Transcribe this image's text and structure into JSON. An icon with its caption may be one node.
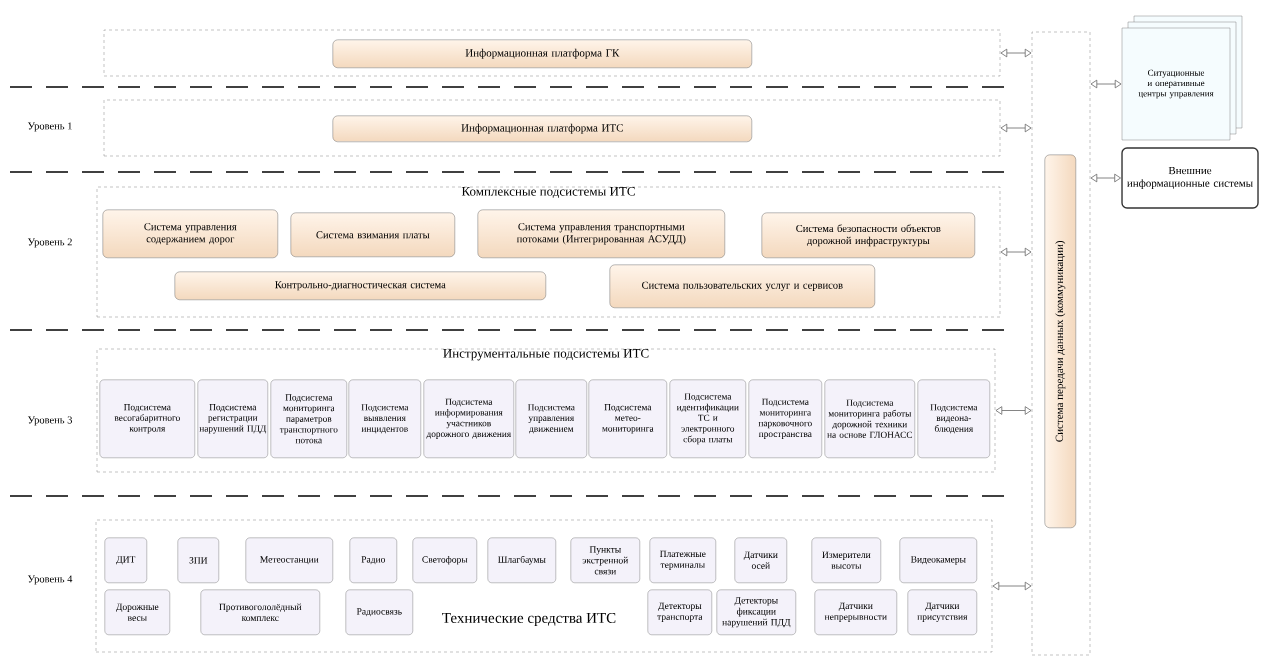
{
  "diagram": {
    "nodes": [
      {
        "text": [],
        "shape": "box"
      },
      {
        "text": [
          "Информационная платформа ГК"
        ],
        "in": 0
      },
      {
        "text": [],
        "shape": "box"
      },
      {
        "text": [
          "Информационная платформа ИТС"
        ],
        "in": 2
      },
      {
        "text": [
          "Комплексные подсистемы ИТС"
        ]
      },
      {
        "text": [
          "Система управления содержанием дорог"
        ],
        "in": 4
      },
      {
        "text": [
          "Система взимания платы"
        ],
        "in": 4
      },
      {
        "text": [
          "Система управления транспортными потоками (Интегрированная АСУДД)"
        ],
        "in": 4
      },
      {
        "text": [
          "Система безопасности объектов дорожной инфраструктуры"
        ],
        "in": 4
      },
      {
        "text": [
          "Контрольно-диагностическая система"
        ],
        "in": 4
      },
      {
        "text": [
          "Система пользовательских услуг и сервисов"
        ],
        "in": 4
      },
      {
        "text": [
          "Инструментальные подсистемы ИТС"
        ]
      },
      {
        "text": [
          "Подсистема весогабаритного контроля"
        ],
        "in": 11
      },
      {
        "text": [
          "Подсистема регистрации нарушений ПДД"
        ],
        "in": 11
      },
      {
        "text": [
          "Подсистема мониторинга параметров транспортного потока"
        ],
        "in": 11
      },
      {
        "text": [
          "Подсистема выявления инцидентов"
        ],
        "in": 11
      },
      {
        "text": [
          "Подсистема информирования участников дорожного движения"
        ],
        "in": 11
      },
      {
        "text": [
          "Подсистема управления движением"
        ],
        "in": 11
      },
      {
        "text": [
          "Подсистема метео-мониторинга"
        ],
        "in": 11
      },
      {
        "text": [
          "Подсистема идентификации ТС и электронного сбора платы"
        ],
        "in": 11
      },
      {
        "text": [
          "Подсистема мониторинга парковочного пространства"
        ],
        "in": 11
      },
      {
        "text": [
          "Подсистема мониторинга работы дорожной техники на основе ГЛОНАСС"
        ],
        "in": 11
      },
      {
        "text": [
          "Подсистема видеона-блюдения"
        ],
        "in": 11
      },
      {
        "text": [
          "Технические средства ИТС"
        ]
      },
      {
        "text": [
          "ДИТ"
        ],
        "in": 23
      },
      {
        "text": [
          "ЗПИ"
        ],
        "in": 23
      },
      {
        "text": [
          "Метеостанции"
        ],
        "in": 23
      },
      {
        "text": [
          "Радио"
        ],
        "in": 23
      },
      {
        "text": [
          "Светофоры"
        ],
        "in": 23
      },
      {
        "text": [
          "Шлагбаумы"
        ],
        "in": 23
      },
      {
        "text": [
          "Пункты экстренной связи"
        ],
        "in": 23
      },
      {
        "text": [
          "Платежные терминалы"
        ],
        "in": 23
      },
      {
        "text": [
          "Датчики осей"
        ],
        "in": 23
      },
      {
        "text": [
          "Измерители высоты"
        ],
        "in": 23
      },
      {
        "text": [
          "Видеокамеры"
        ],
        "in": 23
      },
      {
        "text": [
          "Дорожные весы"
        ],
        "in": 23
      },
      {
        "text": [
          "Противогололёдный комплекс"
        ],
        "in": 23
      },
      {
        "text": [
          "Радиосвязь"
        ],
        "in": 23
      },
      {
        "text": [
          "Детекторы транспорта"
        ],
        "in": 23
      },
      {
        "text": [
          "Детекторы фиксации нарушений ПДД"
        ],
        "in": 23
      },
      {
        "text": [
          "Датчики непрерывности"
        ],
        "in": 23
      },
      {
        "text": [
          "Датчики присутствия"
        ],
        "in": 23
      },
      {
        "text": [],
        "shape": "box"
      },
      {
        "text": [
          "Система передачи данных (коммуникации)"
        ],
        "in": 42
      },
      {
        "text": [
          "Ситуационные и оперативные центры управления"
        ]
      },
      {
        "text": [
          "Внешние информационные системы"
        ]
      }
    ],
    "edges": [
      {
        "from": 0,
        "to": 42,
        "arrow": "both"
      },
      {
        "from": 2,
        "to": 42,
        "arrow": "both"
      },
      {
        "from": 4,
        "to": 42,
        "arrow": "both"
      },
      {
        "from": 11,
        "to": 42,
        "arrow": "both"
      },
      {
        "from": 23,
        "to": 42,
        "arrow": "both"
      },
      {
        "from": 44,
        "to": 42,
        "arrow": "both"
      },
      {
        "from": 45,
        "to": 42,
        "arrow": "both"
      }
    ],
    "labels": [
      "Уровень 1",
      "Уровень 2",
      "Уровень 3",
      "Уровень 4"
    ]
  }
}
